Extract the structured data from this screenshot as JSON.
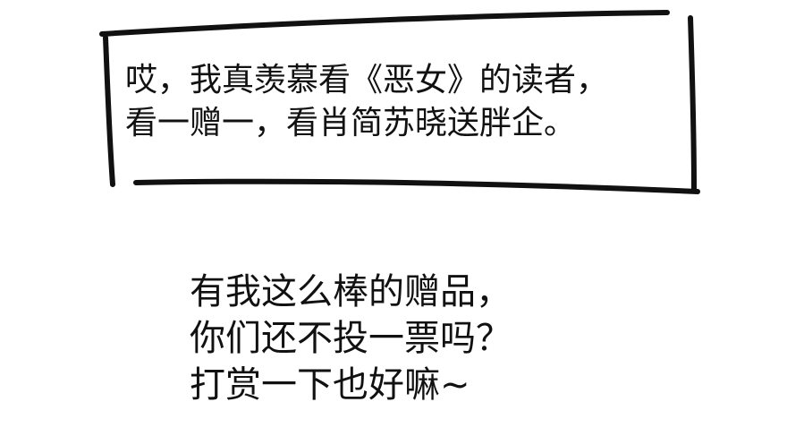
{
  "speech_box": {
    "lines": [
      "哎，我真羡慕看《恶女》的读者，",
      "看一赠一，看肖简苏晓送胖企。"
    ]
  },
  "message": {
    "lines": [
      "有我这么棒的赠品，",
      "你们还不投一票吗？",
      "打赏一下也好嘛~"
    ]
  },
  "colors": {
    "ink": "#111111",
    "background": "#ffffff"
  }
}
